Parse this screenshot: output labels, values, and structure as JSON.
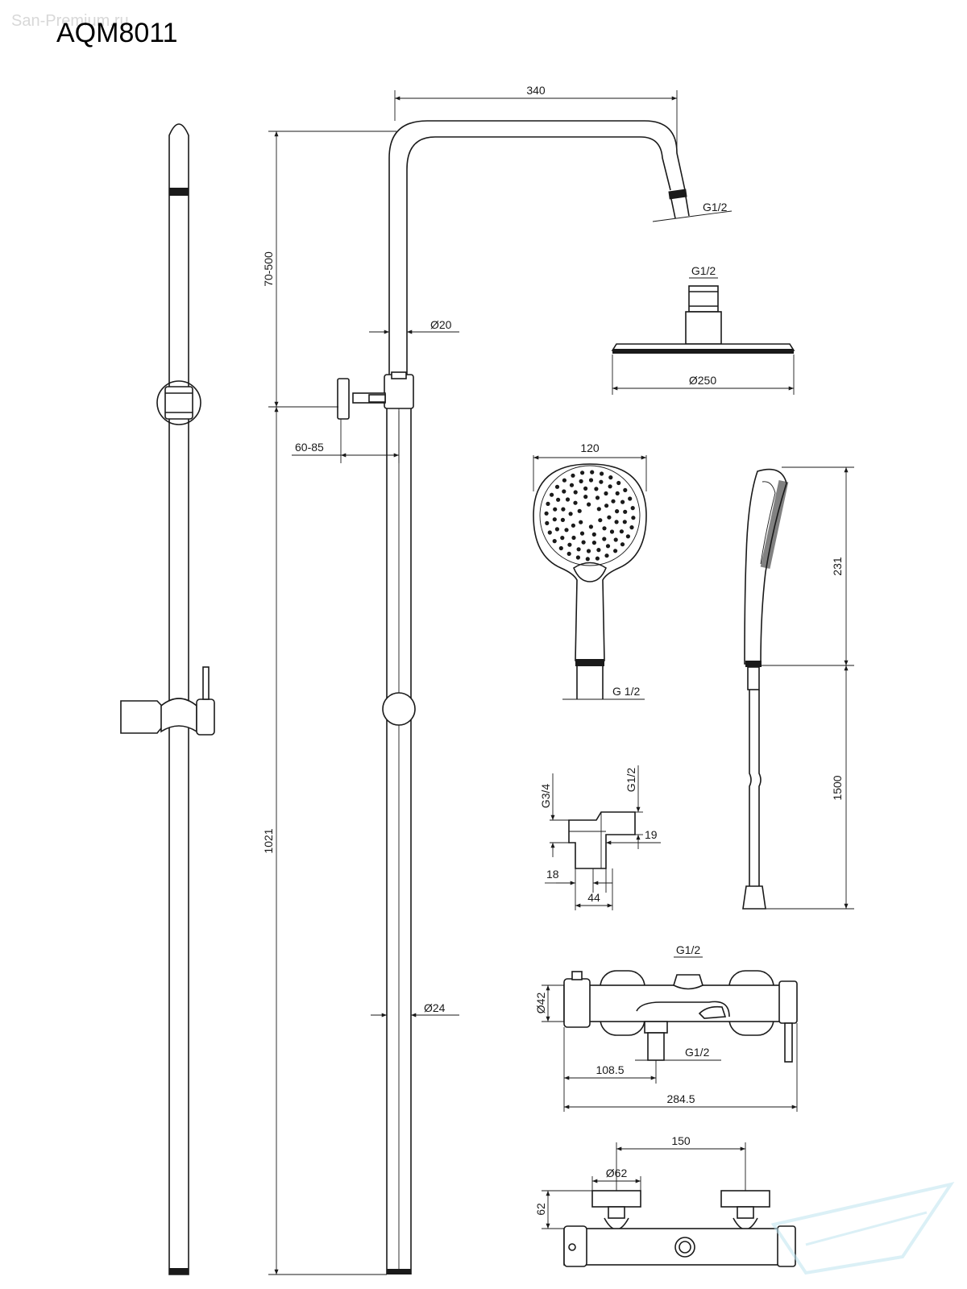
{
  "watermark": "San-Premium.ru",
  "model": "AQM8011",
  "dimensions": {
    "rail_width": "340",
    "top_outlet_thread": "G1/2",
    "overhead_adjust": "70-500",
    "pipe_upper_diameter": "Ø20",
    "bracket_offset": "60-85",
    "pipe_lower_diameter": "Ø24",
    "rail_height": "1021",
    "head_thread": "G1/2",
    "head_diameter": "Ø250",
    "hand_shower_width": "120",
    "hand_shower_thread": "G 1/2",
    "hand_shower_length": "231",
    "hose_length": "1500",
    "eccentric_inlet_thread": "G3/4",
    "eccentric_outlet_thread": "G1/2",
    "eccentric_dim_19": "19",
    "eccentric_dim_18": "18",
    "eccentric_dim_44": "44",
    "mixer_top_thread": "G1/2",
    "mixer_body_diameter": "Ø42",
    "mixer_bottom_thread": "G1/2",
    "mixer_spout_offset": "108.5",
    "mixer_length": "284.5",
    "mixer_centers": "150",
    "mixer_flange_diameter": "Ø62",
    "mixer_depth": "62"
  }
}
